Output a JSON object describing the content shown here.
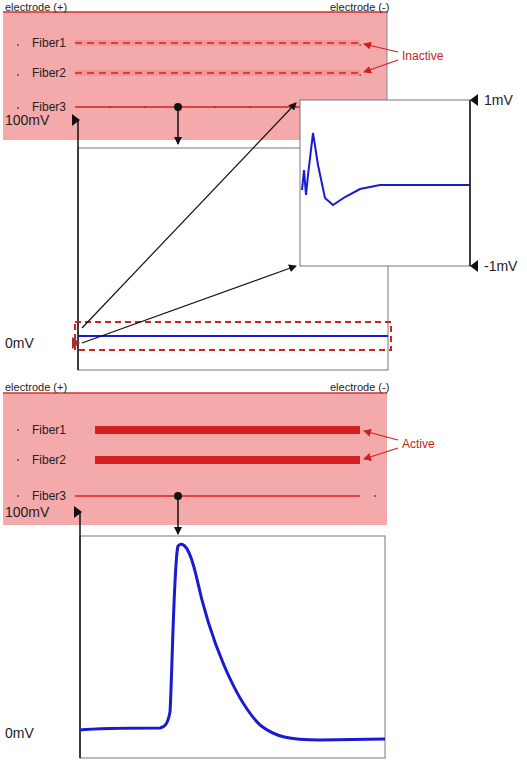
{
  "diagram": {
    "labels": [
      "electrode (+)",
      "electrode (-)",
      "Fiber1",
      "Fiber2",
      "Fiber3",
      "Inactive",
      "100mV",
      "0mV",
      "1mV",
      "-1mV",
      "electrode (+)",
      "electrode (-)",
      "Fiber1",
      "Fiber2",
      "Fiber3",
      "Active",
      "100mV",
      "0mV"
    ]
  }
}
